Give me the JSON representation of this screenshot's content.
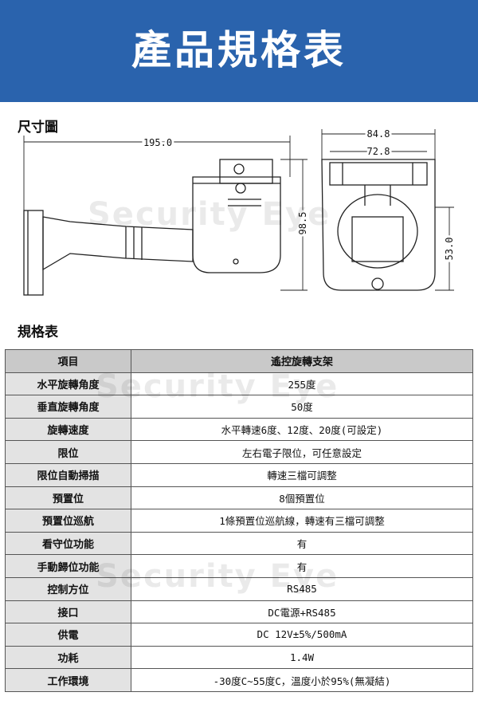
{
  "header": {
    "title": "產品規格表"
  },
  "dimensions": {
    "section_title": "尺寸圖",
    "width_label": "195.0",
    "height_label": "98.5",
    "top_width_label": "84.8",
    "inner_width_label": "72.8",
    "side_height_label": "53.0"
  },
  "specs": {
    "section_title": "規格表",
    "header": {
      "item": "項目",
      "value": "遙控旋轉支架"
    },
    "rows": [
      {
        "label": "水平旋轉角度",
        "value": "255度"
      },
      {
        "label": "垂直旋轉角度",
        "value": "50度"
      },
      {
        "label": "旋轉速度",
        "value": "水平轉速6度、12度、20度(可設定)"
      },
      {
        "label": "限位",
        "value": "左右電子限位，可任意設定"
      },
      {
        "label": "限位自動掃描",
        "value": "轉速三檔可調整"
      },
      {
        "label": "預置位",
        "value": "8個預置位"
      },
      {
        "label": "預置位巡航",
        "value": "1條預置位巡航線，轉速有三檔可調整"
      },
      {
        "label": "看守位功能",
        "value": "有"
      },
      {
        "label": "手動歸位功能",
        "value": "有"
      },
      {
        "label": "控制方位",
        "value": "RS485"
      },
      {
        "label": "接口",
        "value": "DC電源+RS485"
      },
      {
        "label": "供電",
        "value": "DC 12V±5%/500mA"
      },
      {
        "label": "功耗",
        "value": "1.4W"
      },
      {
        "label": "工作環境",
        "value": "-30度C~55度C，溫度小於95%(無凝結)"
      }
    ]
  },
  "watermark": {
    "text": "Security Eye"
  }
}
